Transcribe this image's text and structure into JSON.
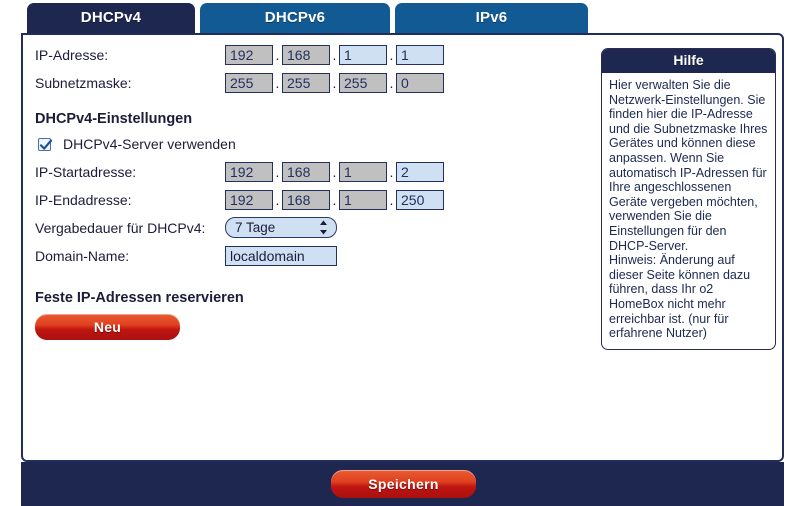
{
  "tabs": [
    {
      "label": "DHCPv4",
      "active": true
    },
    {
      "label": "DHCPv6",
      "active": false
    },
    {
      "label": "IPv6",
      "active": false
    }
  ],
  "form": {
    "ip_address": {
      "label": "IP-Adresse:",
      "octets": [
        {
          "value": "192",
          "locked": true
        },
        {
          "value": "168",
          "locked": true
        },
        {
          "value": "1",
          "locked": false
        },
        {
          "value": "1",
          "locked": false
        }
      ]
    },
    "subnet_mask": {
      "label": "Subnetzmaske:",
      "octets": [
        {
          "value": "255",
          "locked": true
        },
        {
          "value": "255",
          "locked": true
        },
        {
          "value": "255",
          "locked": true
        },
        {
          "value": "0",
          "locked": true
        }
      ]
    },
    "settings_heading": "DHCPv4-Einstellungen",
    "dhcp_server_checkbox": {
      "label": "DHCPv4-Server verwenden",
      "checked": true
    },
    "ip_start": {
      "label": "IP-Startadresse:",
      "octets": [
        {
          "value": "192",
          "locked": true
        },
        {
          "value": "168",
          "locked": true
        },
        {
          "value": "1",
          "locked": true
        },
        {
          "value": "2",
          "locked": false
        }
      ]
    },
    "ip_end": {
      "label": "IP-Endadresse:",
      "octets": [
        {
          "value": "192",
          "locked": true
        },
        {
          "value": "168",
          "locked": true
        },
        {
          "value": "1",
          "locked": true
        },
        {
          "value": "250",
          "locked": false
        }
      ]
    },
    "lease_time": {
      "label": "Vergabedauer für DHCPv4:",
      "selected": "7 Tage"
    },
    "domain_name": {
      "label": "Domain-Name:",
      "value": "localdomain"
    },
    "reserve_heading": "Feste IP-Adressen reservieren",
    "new_button": "Neu"
  },
  "help": {
    "title": "Hilfe",
    "paragraphs": [
      "Hier verwalten Sie die Netzwerk-Einstellungen. Sie finden hier die IP-Adresse und die Subnetzmaske Ihres Gerätes und können diese anpassen. Wenn Sie automatisch IP-Adressen für Ihre angeschlossenen Geräte vergeben möchten, verwenden Sie die Einstellungen für den DHCP-Server.",
      "Hinweis: Änderung auf dieser Seite können dazu führen, dass Ihr o2 HomeBox nicht mehr erreichbar ist. (nur für erfahrene Nutzer)"
    ]
  },
  "footer": {
    "save_button": "Speichern"
  },
  "colors": {
    "tab_active": "#1e2750",
    "tab_inactive": "#125a93",
    "frame_border": "#232d5c",
    "field_locked": "#c0c0c0",
    "field_editable": "#cfe0f2",
    "button_red": "#c01510",
    "text_navy": "#1c2a52"
  }
}
